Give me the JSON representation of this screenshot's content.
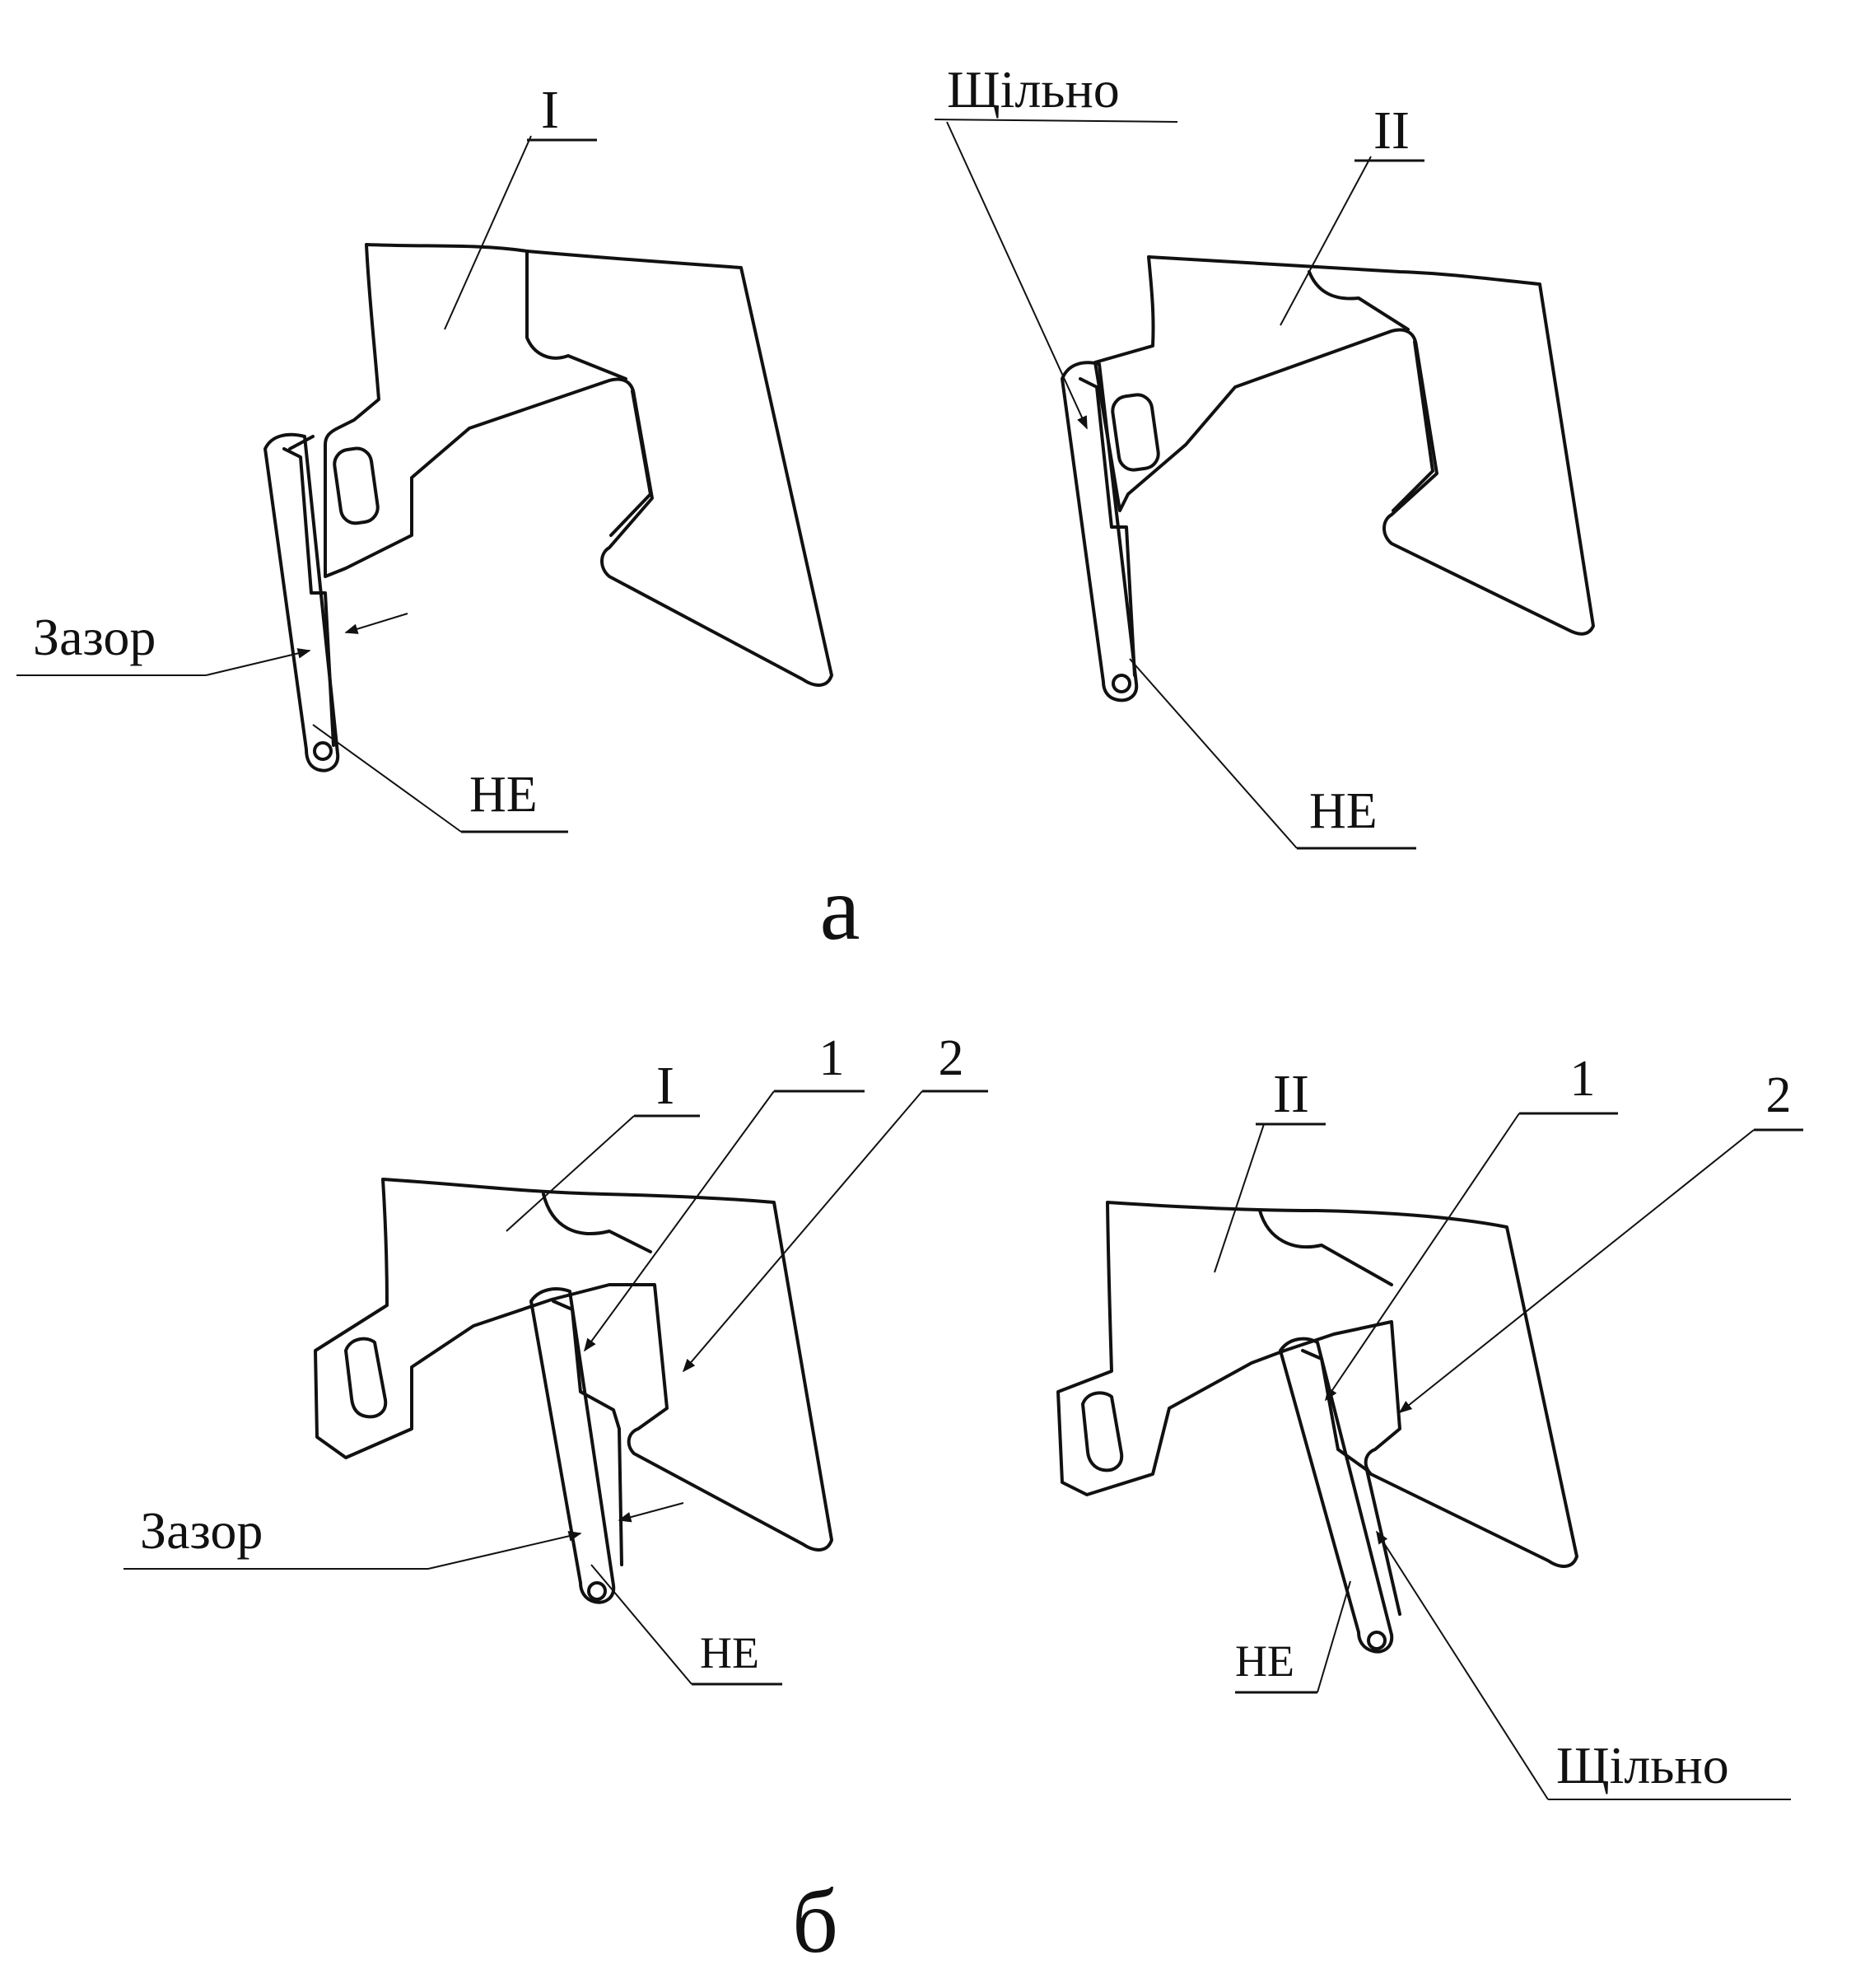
{
  "labels": {
    "part_1": "I",
    "part_2": "II",
    "gap": "Зазор",
    "tight": "Щільно",
    "he_serif": "НЕ",
    "he_sans": "НЕ",
    "callout_1": "1",
    "callout_2": "2",
    "panel_a": "а",
    "panel_b": "б"
  },
  "colors": {
    "ink": "#111111",
    "background": "#ffffff"
  }
}
